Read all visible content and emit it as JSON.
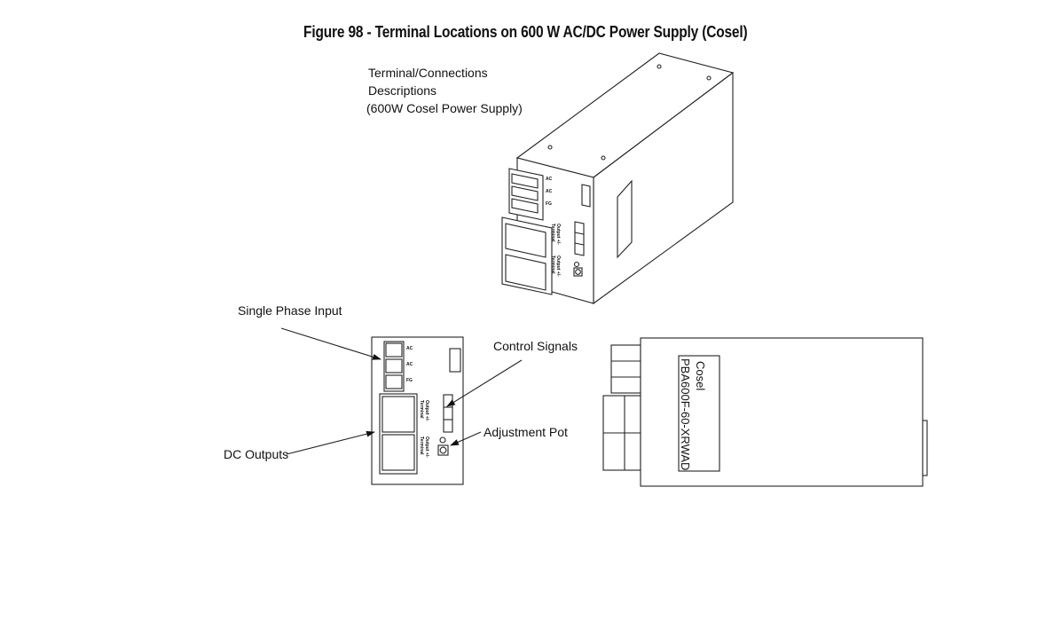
{
  "figure": {
    "title": "Figure 98 - Terminal Locations on 600 W AC/DC Power Supply (Cosel)"
  },
  "callouts": {
    "description_line1": "Terminal/Connections",
    "description_line2": "Descriptions",
    "description_line3": "(600W Cosel Power Supply)",
    "single_phase_input": "Single Phase Input",
    "control_signals": "Control Signals",
    "adjustment_pot": "Adjustment Pot",
    "dc_outputs": "DC Outputs"
  },
  "unit": {
    "brand": "Cosel",
    "model": "PBA600F-60-XRWAD",
    "output_terminal_line1": "Output +/-",
    "output_terminal_line2": "Terminal"
  }
}
